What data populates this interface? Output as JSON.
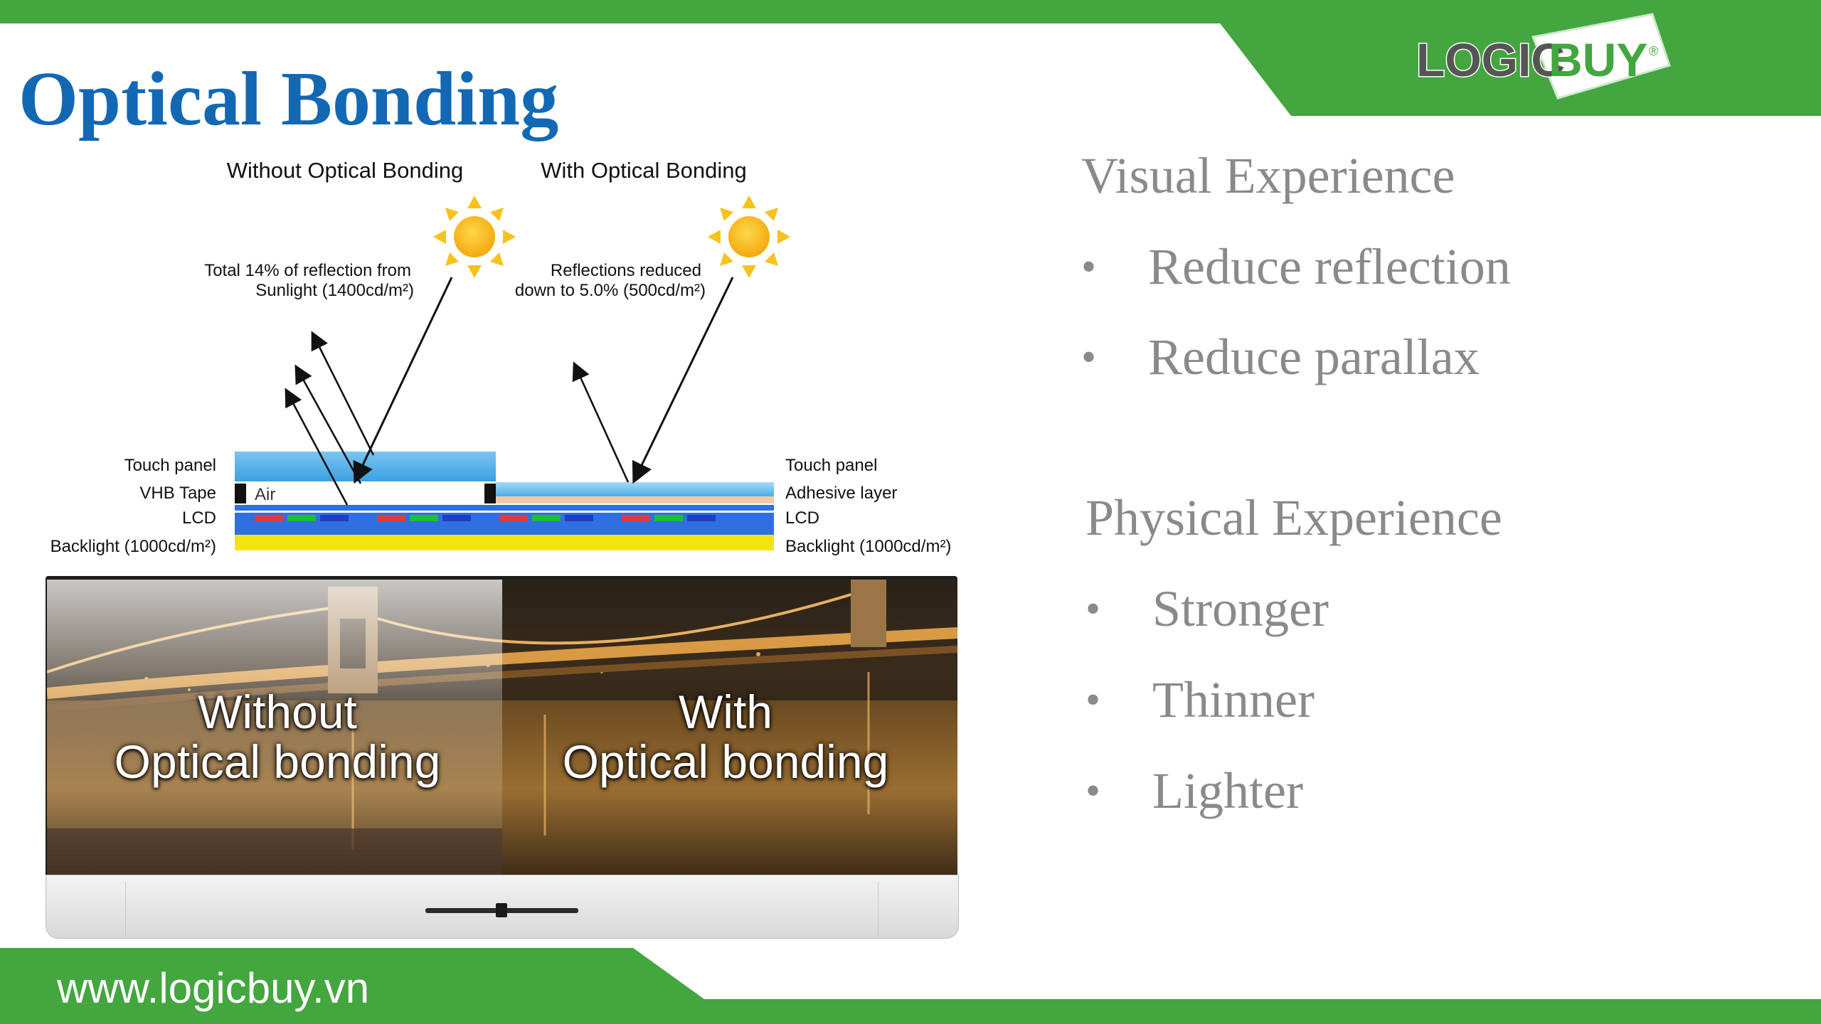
{
  "slide": {
    "title": "Optical Bonding",
    "website": "www.logicbuy.vn",
    "colors": {
      "title": "#1368b4",
      "green": "#43a63f",
      "text_gray": "#8a8a8a"
    }
  },
  "logo": {
    "text_a": "LOGIC",
    "text_b": "BUY",
    "mark": "®"
  },
  "diagram": {
    "left_heading": "Without Optical Bonding",
    "right_heading": "With Optical Bonding",
    "left_note_line1": "Total 14% of reflection from",
    "left_note_line2": "Sunlight (1400cd/m²)",
    "right_note_line1": "Reflections reduced",
    "right_note_line2": "down to 5.0% (500cd/m²)",
    "left_layers": [
      "Touch panel",
      "VHB Tape",
      "LCD",
      "Backlight (1000cd/m²)"
    ],
    "right_layers": [
      "Touch panel",
      "Adhesive layer",
      "LCD",
      "Backlight (1000cd/m²)"
    ],
    "air_label": "Air",
    "icons": [
      "sun-icon",
      "reflection-arrow-icon"
    ]
  },
  "photo": {
    "left_line1": "Without",
    "left_line2": "Optical bonding",
    "right_line1": "With",
    "right_line2": "Optical bonding"
  },
  "visual": {
    "heading": "Visual Experience",
    "bullets": [
      "Reduce reflection",
      "Reduce parallax"
    ]
  },
  "physical": {
    "heading": "Physical Experience",
    "bullets": [
      "Stronger",
      "Thinner",
      "Lighter"
    ]
  }
}
